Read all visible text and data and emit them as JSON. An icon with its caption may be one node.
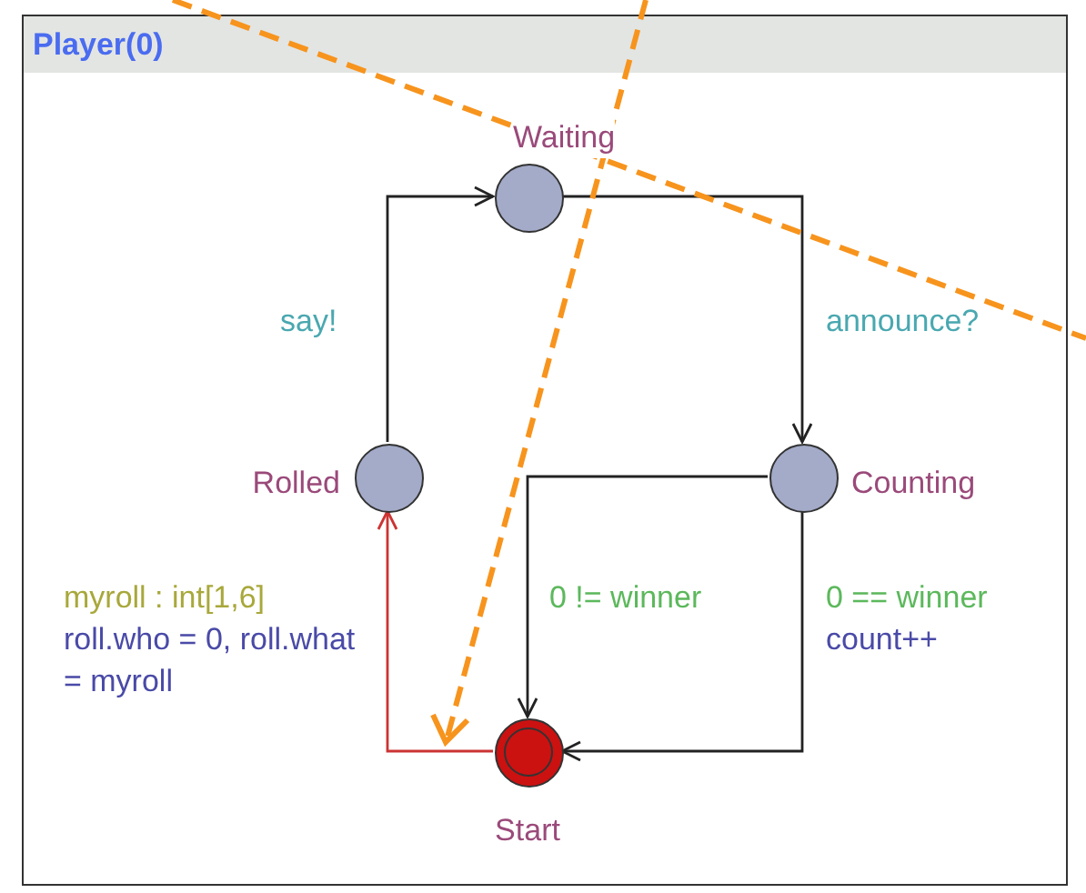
{
  "diagram": {
    "nodes": [
      {
        "text": [
          "Player(0)"
        ]
      },
      {
        "text": [],
        "shape": "circle",
        "beside": [
          "Waiting"
        ],
        "in": 0
      },
      {
        "text": [],
        "shape": "circle",
        "beside": [
          "Rolled"
        ],
        "in": 0
      },
      {
        "text": [],
        "shape": "circle",
        "beside": [
          "Counting"
        ],
        "in": 0
      },
      {
        "text": [],
        "shape": "circle",
        "beside": [
          "Start"
        ],
        "in": 0
      }
    ],
    "edges": [
      {
        "from": 2,
        "to": 1,
        "arrow": "to",
        "label": "say!"
      },
      {
        "from": 1,
        "to": 3,
        "arrow": "to",
        "label": "announce?"
      },
      {
        "from": 3,
        "to": 4,
        "arrow": "to",
        "label": "0 != winner"
      },
      {
        "from": 3,
        "to": 4,
        "arrow": "to",
        "label": "0 == winner"
      },
      {
        "from": 4,
        "to": 2,
        "arrow": "to",
        "label": "myroll : int[1,6]",
        "color": "#cc3333"
      }
    ],
    "labels": [
      "count++",
      "roll.who = 0, roll.what = myroll"
    ]
  }
}
